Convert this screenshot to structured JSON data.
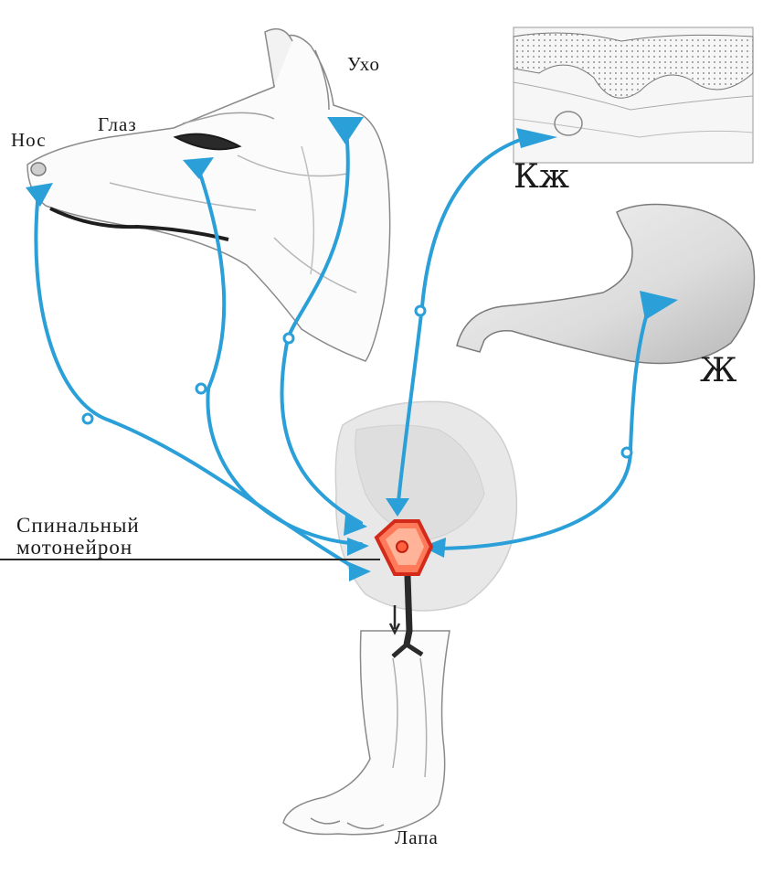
{
  "labels": {
    "nose": "Нос",
    "eye": "Глаз",
    "ear": "Ухо",
    "skin": "Кж",
    "stomach": "Ж",
    "motoneuron_line1": "Спинальный",
    "motoneuron_line2": "мотонейрон",
    "paw": "Лапа"
  },
  "colors": {
    "pathway": "#2a9fd8",
    "neuron_fill": "#ff7a5a",
    "neuron_outline": "#d42a1a",
    "axon": "#2a2a2a",
    "drawing": "#8a8a8a",
    "cord": "#e6e6e6"
  }
}
